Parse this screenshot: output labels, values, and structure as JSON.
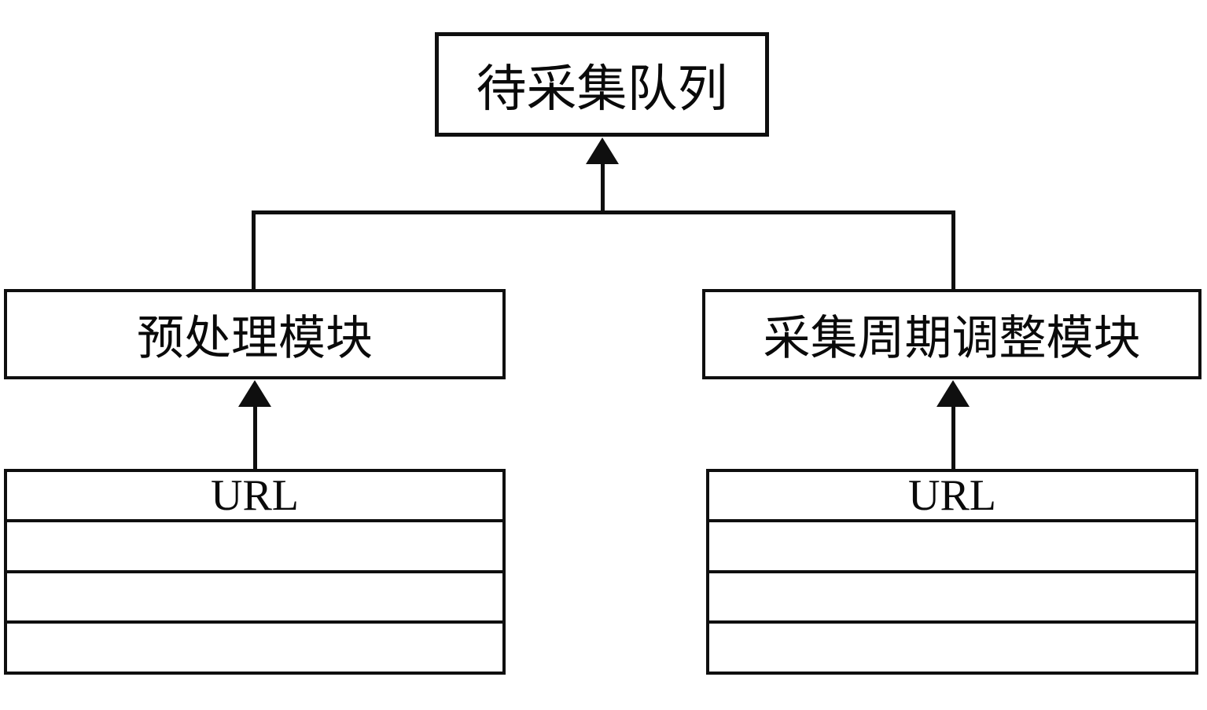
{
  "diagram": {
    "background_color": "#ffffff",
    "line_color": "#0f0f0f",
    "queue_box": {
      "label": "待采集队列"
    },
    "left_module": {
      "label": "预处理模块"
    },
    "right_module": {
      "label": "采集周期调整模块"
    },
    "left_table": {
      "header": "URL",
      "empty_row_count": 3
    },
    "right_table": {
      "header": "URL",
      "empty_row_count": 3
    },
    "arrows": [
      {
        "from": "connector",
        "to": "queue_box",
        "direction": "up"
      },
      {
        "from": "left_table",
        "to": "left_module",
        "direction": "up"
      },
      {
        "from": "right_table",
        "to": "right_module",
        "direction": "up"
      }
    ]
  }
}
